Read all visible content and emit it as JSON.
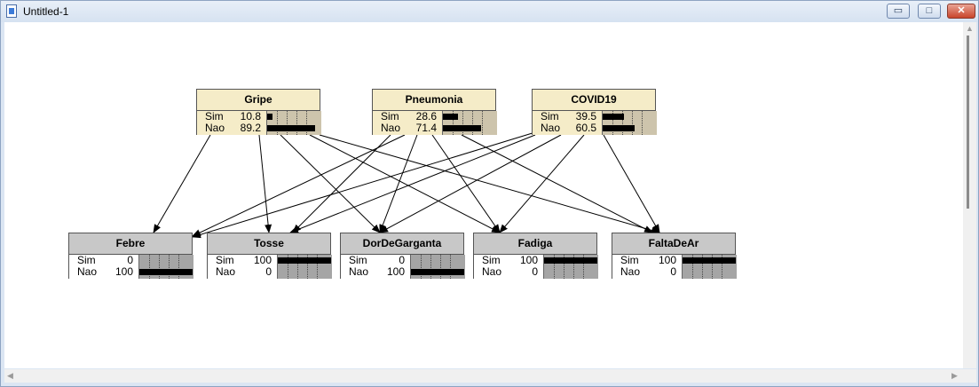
{
  "window": {
    "title": "Untitled-1"
  },
  "controls": {
    "minimize": "▭",
    "maximize": "□",
    "close": "✕"
  },
  "parents": [
    {
      "name": "Gripe",
      "states": [
        {
          "label": "Sim",
          "value": "10.8",
          "p": 10.8
        },
        {
          "label": "Nao",
          "value": "89.2",
          "p": 89.2
        }
      ]
    },
    {
      "name": "Pneumonia",
      "states": [
        {
          "label": "Sim",
          "value": "28.6",
          "p": 28.6
        },
        {
          "label": "Nao",
          "value": "71.4",
          "p": 71.4
        }
      ]
    },
    {
      "name": "COVID19",
      "states": [
        {
          "label": "Sim",
          "value": "39.5",
          "p": 39.5
        },
        {
          "label": "Nao",
          "value": "60.5",
          "p": 60.5
        }
      ]
    }
  ],
  "children": [
    {
      "name": "Febre",
      "states": [
        {
          "label": "Sim",
          "value": "0",
          "p": 0
        },
        {
          "label": "Nao",
          "value": "100",
          "p": 100
        }
      ]
    },
    {
      "name": "Tosse",
      "states": [
        {
          "label": "Sim",
          "value": "100",
          "p": 100
        },
        {
          "label": "Nao",
          "value": "0",
          "p": 0
        }
      ]
    },
    {
      "name": "DorDeGarganta",
      "states": [
        {
          "label": "Sim",
          "value": "0",
          "p": 0
        },
        {
          "label": "Nao",
          "value": "100",
          "p": 100
        }
      ]
    },
    {
      "name": "Fadiga",
      "states": [
        {
          "label": "Sim",
          "value": "100",
          "p": 100
        },
        {
          "label": "Nao",
          "value": "0",
          "p": 0
        }
      ]
    },
    {
      "name": "FaltaDeAr",
      "states": [
        {
          "label": "Sim",
          "value": "100",
          "p": 100
        },
        {
          "label": "Nao",
          "value": "0",
          "p": 0
        }
      ]
    }
  ]
}
